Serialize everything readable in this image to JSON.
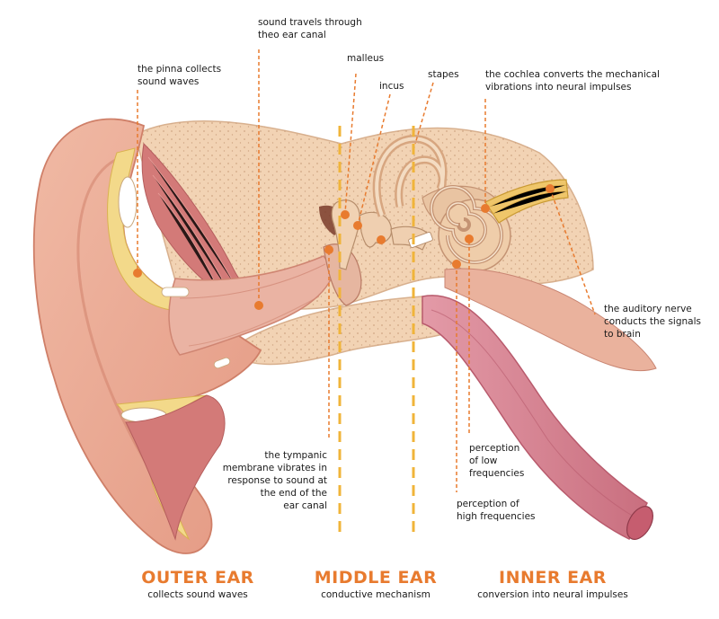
{
  "labels": {
    "sound_travels": [
      "sound travels through",
      "theo ear canal"
    ],
    "pinna": [
      "the pinna collects",
      "sound waves"
    ],
    "malleus": [
      "malleus"
    ],
    "incus": [
      "incus"
    ],
    "stapes": [
      "stapes"
    ],
    "cochlea": [
      "the cochlea converts the mechanical",
      "vibrations into neural impulses"
    ],
    "auditory_nerve": [
      "the auditory nerve",
      "conducts the signals",
      "to brain"
    ],
    "tympanic": [
      "the tympanic",
      "membrane vibrates in",
      "response to sound at",
      "the end of the",
      "ear canal"
    ],
    "low_freq": [
      "perception",
      "of low",
      "frequencies"
    ],
    "high_freq": [
      "perception of",
      "high frequencies"
    ]
  },
  "sections": {
    "outer": {
      "title": "OUTER EAR",
      "subtitle": "collects sound waves"
    },
    "middle": {
      "title": "MIDDLE EAR",
      "subtitle": "conductive mechanism"
    },
    "inner": {
      "title": "INNER EAR",
      "subtitle": "conversion into neural impulses"
    }
  },
  "colors": {
    "accent": "#e87b2f",
    "divider": "#f0b43a",
    "skin": "#eba993",
    "bone": "#f2d3b4",
    "canal": "#d98a86",
    "tube": "#d98092"
  }
}
